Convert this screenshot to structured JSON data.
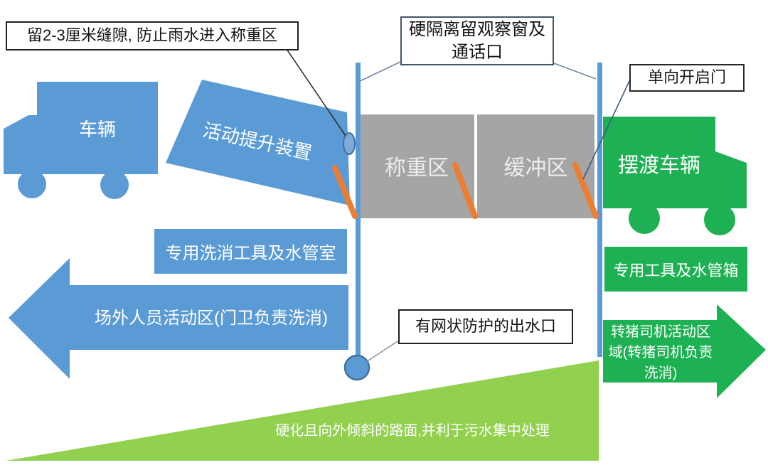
{
  "colors": {
    "blue": "#5B9BD5",
    "blue_dark": "#41719C",
    "green": "#1EB153",
    "light_green": "#92D050",
    "gray": "#A5A5A5",
    "orange": "#ED7D31"
  },
  "callouts": {
    "gap_note": "留2-3厘米缝隙, 防止雨水进入称重区",
    "isolation_note_lines": [
      "硬隔离留观察窗及",
      "通话口"
    ],
    "one_way_door": "单向开启门",
    "water_outlet": "有网状防护的出水口"
  },
  "zones": {
    "weighing_area": "称重区",
    "buffer_area": "缓冲区",
    "ramp_note": "硬化且向外倾斜的路面,并利于污水集中处理"
  },
  "outside": {
    "vehicle": "车辆",
    "lift_device": "活动提升装置",
    "wash_room": "专用洗消工具及水管室",
    "personnel_area": "场外人员活动区(门卫负责洗消)"
  },
  "inside": {
    "ferry_vehicle": "摆渡车辆",
    "tool_box": "专用工具及水管箱",
    "driver_area_lines": [
      "转猪司机活动区",
      "域(转猪司机负责",
      "洗消)"
    ]
  }
}
